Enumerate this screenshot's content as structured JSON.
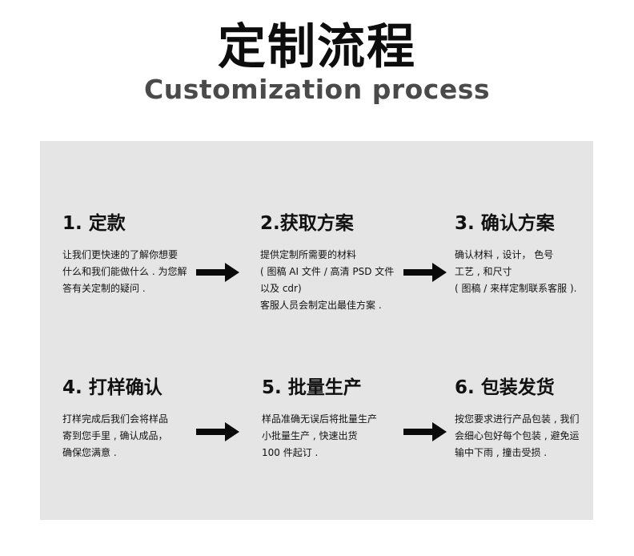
{
  "header": {
    "title": "定制流程",
    "subtitle": "Customization process"
  },
  "steps": [
    {
      "title": "1. 定款",
      "lines": [
        "让我们更快速的了解你想要",
        "什么和我们能做什么 . 为您解",
        "答有关定制的疑问 ."
      ]
    },
    {
      "title": "2.获取方案",
      "lines": [
        "提供定制所需要的材料",
        "( 图稿 AI 文件 / 高清 PSD 文件",
        "以及 cdr)",
        "客服人员会制定出最佳方案 ."
      ]
    },
    {
      "title": "3. 确认方案",
      "lines": [
        "确认材料 , 设计， 色号",
        "工艺 , 和尺寸",
        "( 图稿 / 来样定制联系客服 )."
      ]
    },
    {
      "title": "4. 打样确认",
      "lines": [
        "打样完成后我们会将样品",
        "寄到您手里 , 确认成品，",
        "确保您满意 ."
      ]
    },
    {
      "title": "5. 批量生产",
      "lines": [
        "样品准确无误后将批量生产",
        "小批量生产 , 快速出货",
        "100 件起订 ."
      ]
    },
    {
      "title": "6. 包装发货",
      "lines": [
        "按您要求进行产品包装 , 我们",
        "会细心包好每个包装 , 避免运",
        "输中下雨 , 撞击受损 ."
      ]
    }
  ],
  "colors": {
    "panel_background": "#e5e5e5",
    "text": "#111111",
    "subtitle": "#4a4a4a",
    "arrow": "#0a0a0a"
  },
  "icons": [
    "arrow-right-icon"
  ]
}
